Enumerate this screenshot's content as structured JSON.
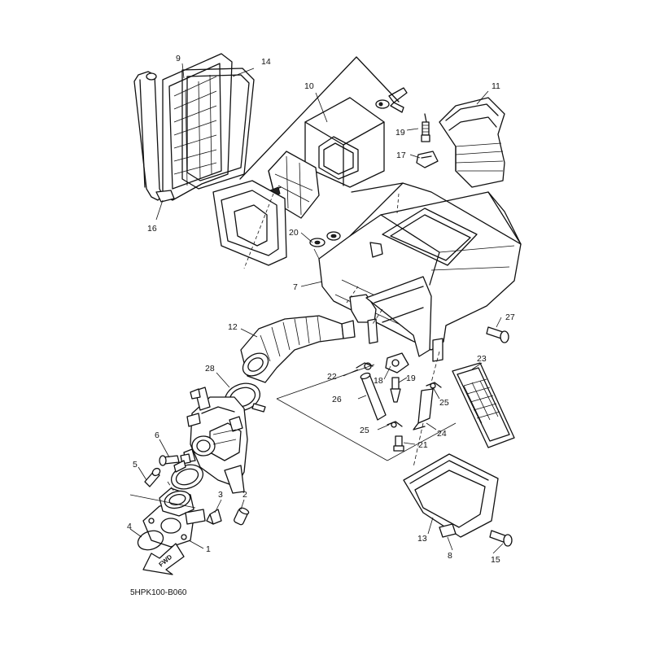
{
  "diagram": {
    "code": "5HPK100-B060",
    "fwd_label": "FWD",
    "callouts": [
      {
        "id": "c1",
        "text": "1"
      },
      {
        "id": "c2",
        "text": "2"
      },
      {
        "id": "c3",
        "text": "3"
      },
      {
        "id": "c4",
        "text": "4"
      },
      {
        "id": "c5",
        "text": "5"
      },
      {
        "id": "c6",
        "text": "6"
      },
      {
        "id": "c7",
        "text": "7"
      },
      {
        "id": "c8",
        "text": "8"
      },
      {
        "id": "c9",
        "text": "9"
      },
      {
        "id": "c10",
        "text": "10"
      },
      {
        "id": "c11",
        "text": "11"
      },
      {
        "id": "c12",
        "text": "12"
      },
      {
        "id": "c13",
        "text": "13"
      },
      {
        "id": "c14",
        "text": "14"
      },
      {
        "id": "c15",
        "text": "15"
      },
      {
        "id": "c16",
        "text": "16"
      },
      {
        "id": "c17",
        "text": "17"
      },
      {
        "id": "c18",
        "text": "18"
      },
      {
        "id": "c19a",
        "text": "19"
      },
      {
        "id": "c19b",
        "text": "19"
      },
      {
        "id": "c20",
        "text": "20"
      },
      {
        "id": "c21",
        "text": "21"
      },
      {
        "id": "c22",
        "text": "22"
      },
      {
        "id": "c23",
        "text": "23"
      },
      {
        "id": "c24",
        "text": "24"
      },
      {
        "id": "c25a",
        "text": "25"
      },
      {
        "id": "c25b",
        "text": "25"
      },
      {
        "id": "c26",
        "text": "26"
      },
      {
        "id": "c27",
        "text": "27"
      },
      {
        "id": "c28",
        "text": "28"
      }
    ]
  }
}
